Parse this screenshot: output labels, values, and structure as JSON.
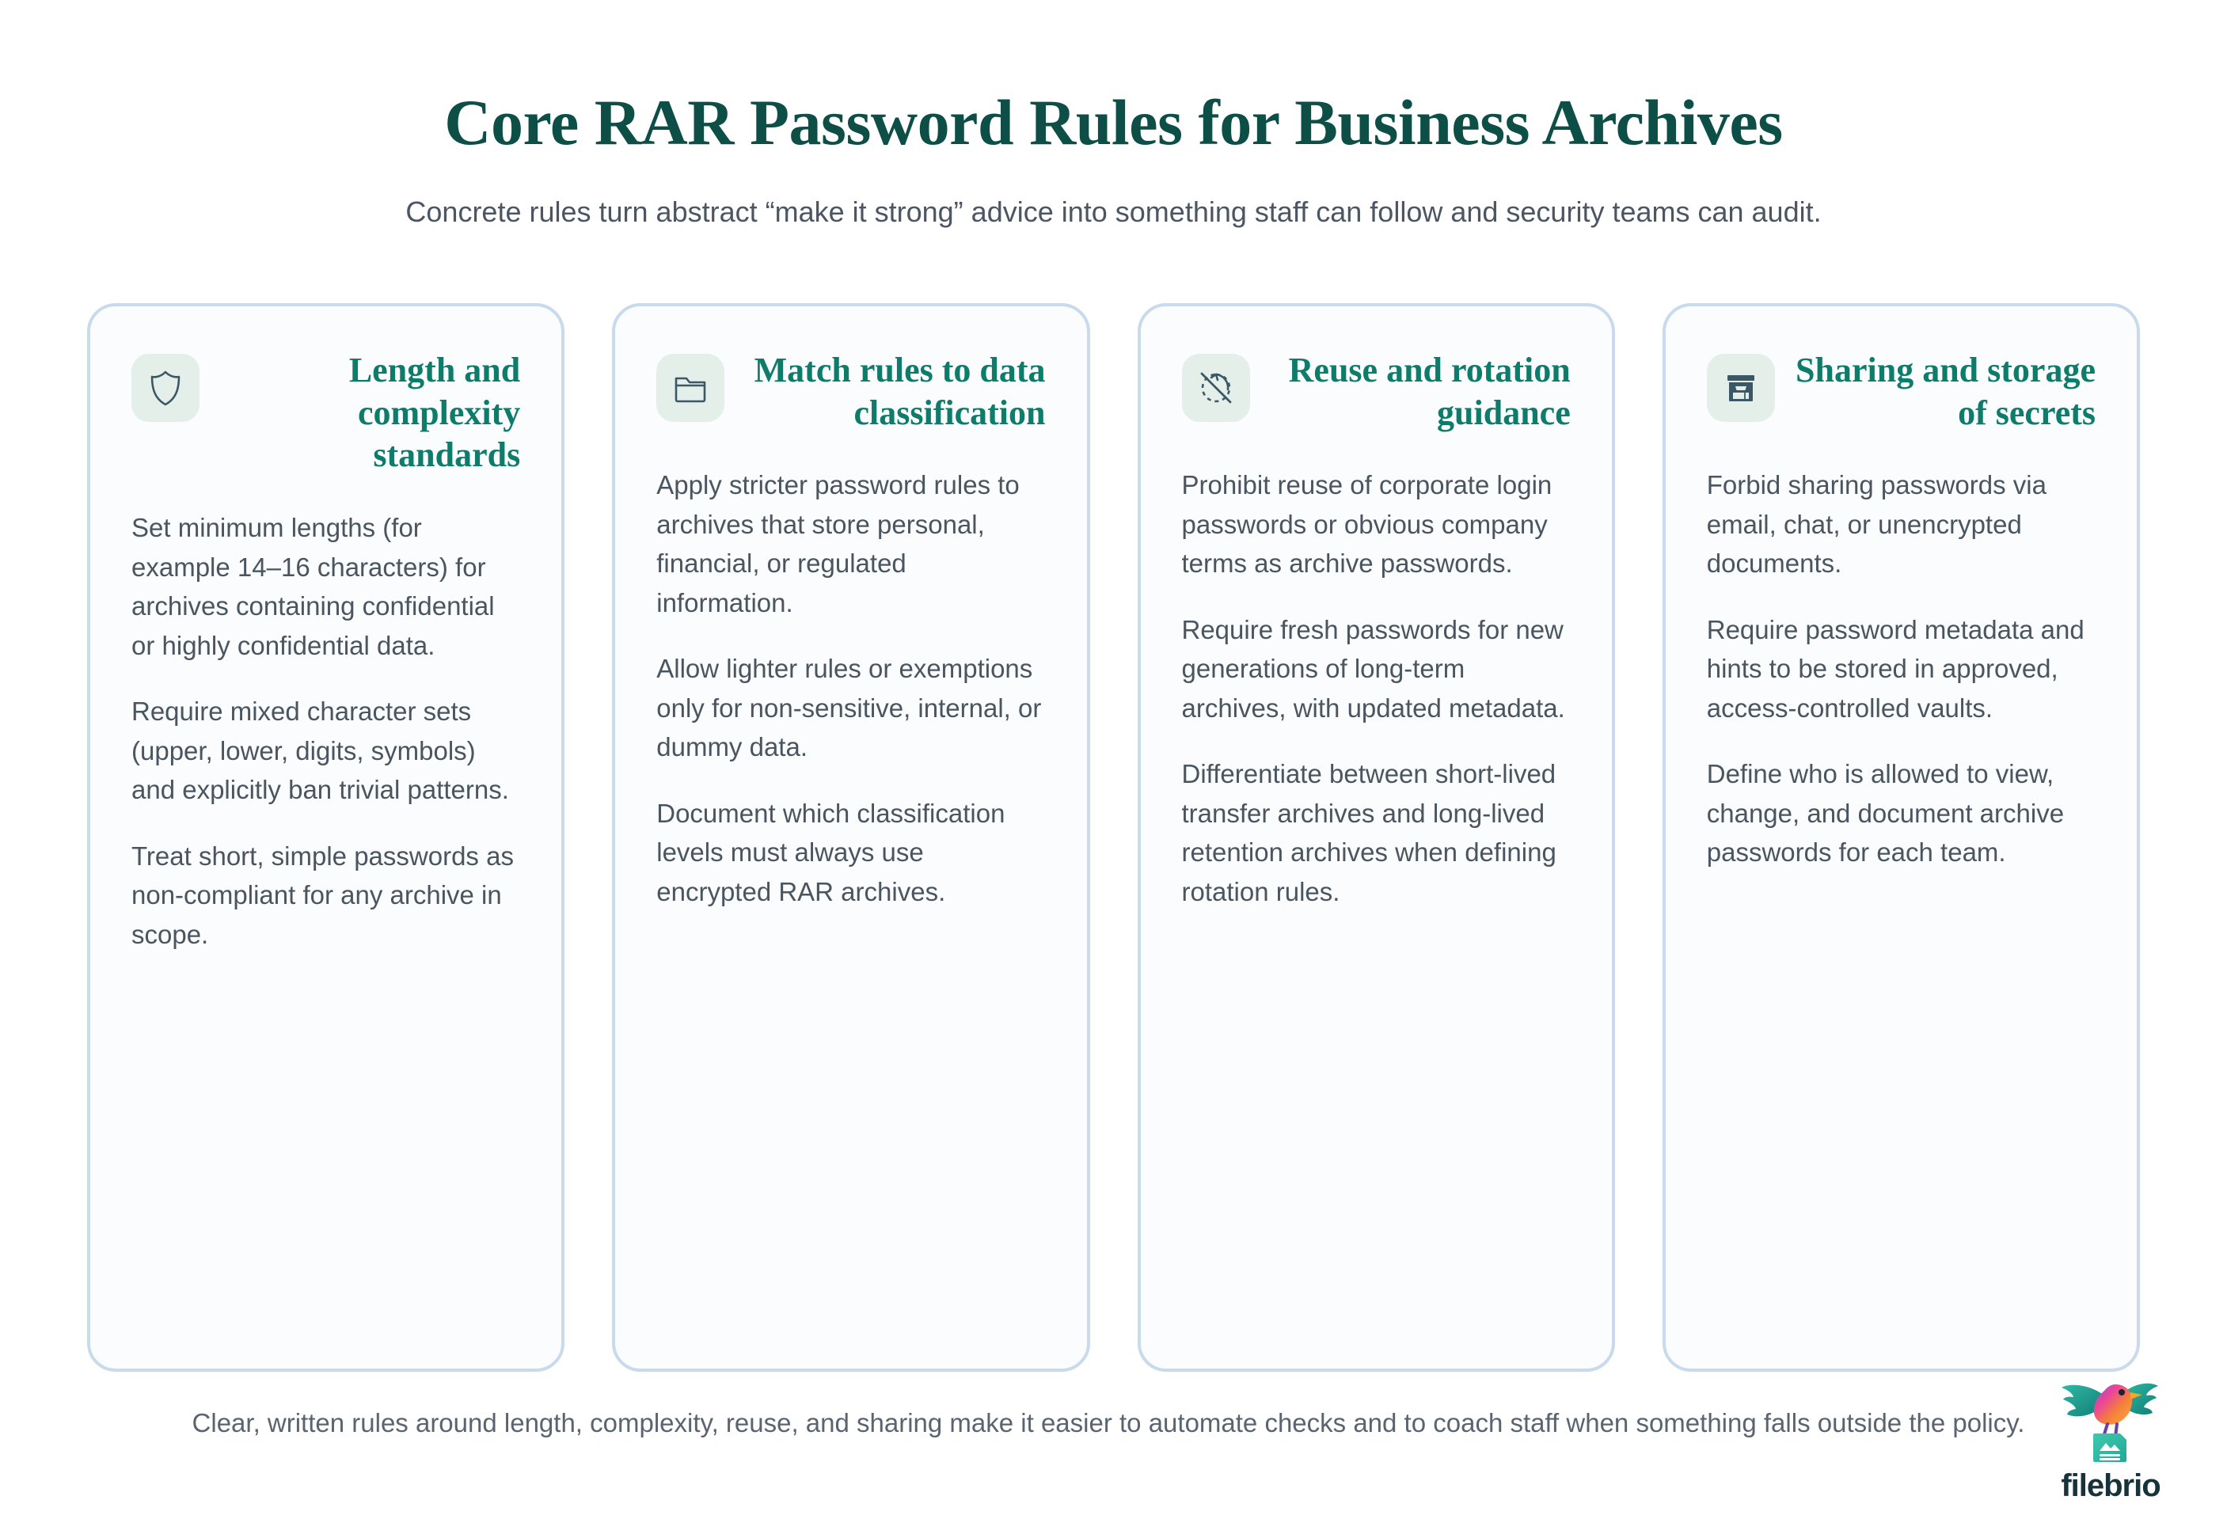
{
  "header": {
    "title": "Core RAR Password Rules for Business Archives",
    "subtitle": "Concrete rules turn abstract “make it strong” advice into something staff can follow and security teams can audit."
  },
  "cards": [
    {
      "icon": "shield-icon",
      "title": "Length and complexity standards",
      "paragraphs": [
        "Set minimum lengths (for example 14–16 characters) for archives containing confidential or highly confidential data.",
        "Require mixed character sets (upper, lower, digits, symbols) and explicitly ban trivial patterns.",
        "Treat short, simple passwords as non-compliant for any archive in scope."
      ]
    },
    {
      "icon": "folder-icon",
      "title": "Match rules to data classification",
      "paragraphs": [
        "Apply stricter password rules to archives that store personal, financial, or regulated information.",
        "Allow lighter rules or exemptions only for non-sensitive, internal, or dummy data.",
        "Document which classification levels must always use encrypted RAR archives."
      ]
    },
    {
      "icon": "no-rotation-icon",
      "title": "Reuse and rotation guidance",
      "paragraphs": [
        "Prohibit reuse of corporate login passwords or obvious company terms as archive passwords.",
        "Require fresh passwords for new generations of long-term archives, with updated metadata.",
        "Differentiate between short-lived transfer archives and long-lived retention archives when defining rotation rules."
      ]
    },
    {
      "icon": "archive-box-icon",
      "title": "Sharing and storage of secrets",
      "paragraphs": [
        "Forbid sharing passwords via email, chat, or unencrypted documents.",
        "Require password metadata and hints to be stored in approved, access-controlled vaults.",
        "Define who is allowed to view, change, and document archive passwords for each team."
      ]
    }
  ],
  "footer": {
    "note": "Clear, written rules around length, complexity, reuse, and sharing make it easier to automate checks and to coach staff when something falls outside the policy."
  },
  "brand": {
    "name": "filebrio",
    "mark": "bird-on-document-logo"
  },
  "colors": {
    "title_teal": "#0d4f47",
    "heading_teal": "#0e7c6b",
    "body_gray": "#4a5560",
    "card_border": "#c8daec",
    "card_background": "#fafcfe",
    "icon_tile": "#e4efea",
    "icon_stroke": "#3c5866"
  }
}
